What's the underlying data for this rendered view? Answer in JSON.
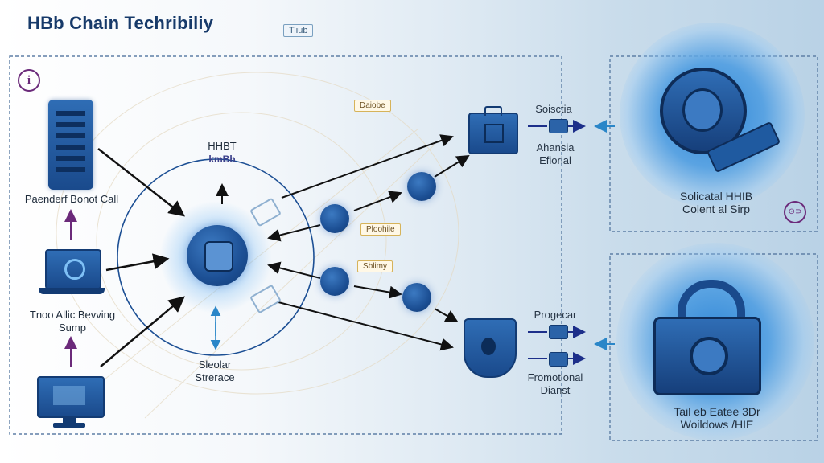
{
  "header": {
    "title": "HBb Chain Techribiliy",
    "tag": "Tiiub"
  },
  "left": {
    "server_label": "Paenderf Bonot Call",
    "laptop_label_line1": "Tnoo Allic Bevving",
    "laptop_label_line2": "Sump"
  },
  "center": {
    "top_label_line1": "HHBT",
    "top_label_line2": "kmBh",
    "bottom_label_line1": "Sleolar",
    "bottom_label_line2": "Strerace"
  },
  "tags": {
    "t1": "Daiobe",
    "t2": "Ploohile",
    "t3": "Sblimy"
  },
  "right_top": {
    "label_top": "Soisctia",
    "label_bottom_line1": "Ahansia",
    "label_bottom_line2": "Efiorial"
  },
  "right_bottom": {
    "label_top": "Progecar",
    "label_bottom_line1": "Fromotional",
    "label_bottom_line2": "Dianst"
  },
  "panels": {
    "top_caption_line1": "Solicatal HHIB",
    "top_caption_line2": "Colent al Sirp",
    "bottom_caption_line1": "Tail eb Eatee 3Dr",
    "bottom_caption_line2": "Woildows /HIE"
  },
  "icons": {
    "info": "i",
    "link": "⊙⊃"
  },
  "colors": {
    "accent": "#1c4f94",
    "title": "#173a6a",
    "arrow_purple": "#6b2a7a"
  }
}
